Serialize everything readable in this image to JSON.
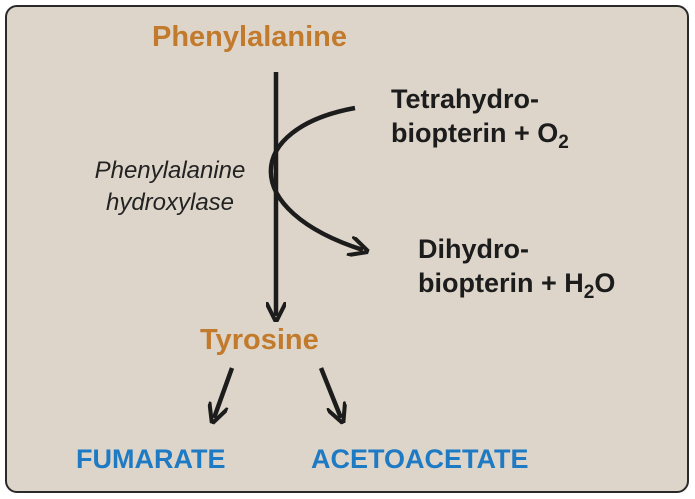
{
  "diagram": {
    "substrate": "Phenylalanine",
    "enzyme": {
      "line1": "Phenylalanine",
      "line2": "hydroxylase"
    },
    "cofactor_in": {
      "line1": "Tetrahydro-",
      "line2_text": "biopterin + O",
      "line2_sub": "2"
    },
    "cofactor_out": {
      "line1": "Dihydro-",
      "line2_text": "biopterin + H",
      "line2_sub": "2",
      "line2_tail": "O"
    },
    "intermediate": "Tyrosine",
    "products": [
      "FUMARATE",
      "ACETOACETATE"
    ],
    "colors": {
      "background": "#ddd5ca",
      "amino_acid": "#c27a2c",
      "product": "#1f7ac4",
      "text": "#1c1c1c"
    }
  }
}
